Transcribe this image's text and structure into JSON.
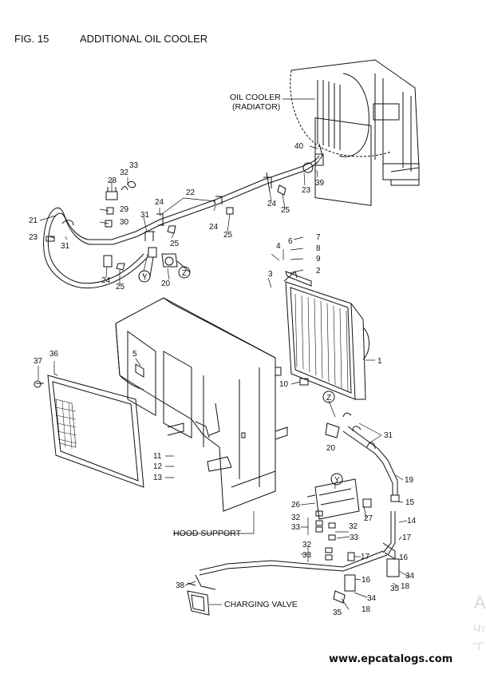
{
  "figure": {
    "number": "FIG. 15",
    "title": "ADDITIONAL OIL COOLER"
  },
  "callouts": {
    "oil_cooler": [
      "OIL COOLER",
      "(RADIATOR)"
    ],
    "hood_support": "HOOD SUPPORT",
    "charging_valve": "CHARGING VALVE"
  },
  "part_numbers": [
    "1",
    "2",
    "3",
    "4",
    "5",
    "6",
    "7",
    "8",
    "9",
    "10",
    "11",
    "12",
    "13",
    "14",
    "15",
    "16",
    "17",
    "18",
    "19",
    "20",
    "21",
    "22",
    "23",
    "24",
    "25",
    "26",
    "27",
    "28",
    "29",
    "30",
    "31",
    "32",
    "33",
    "34",
    "35",
    "36",
    "37",
    "38",
    "39",
    "40"
  ],
  "views": [
    "Y",
    "Z"
  ],
  "watermark": "www.epcatalogs.com",
  "side_fragments": [
    "A",
    "Чт",
    "\"Г"
  ],
  "colors": {
    "line": "#111111",
    "background": "#ffffff",
    "fragment": "#d8d8d8"
  }
}
